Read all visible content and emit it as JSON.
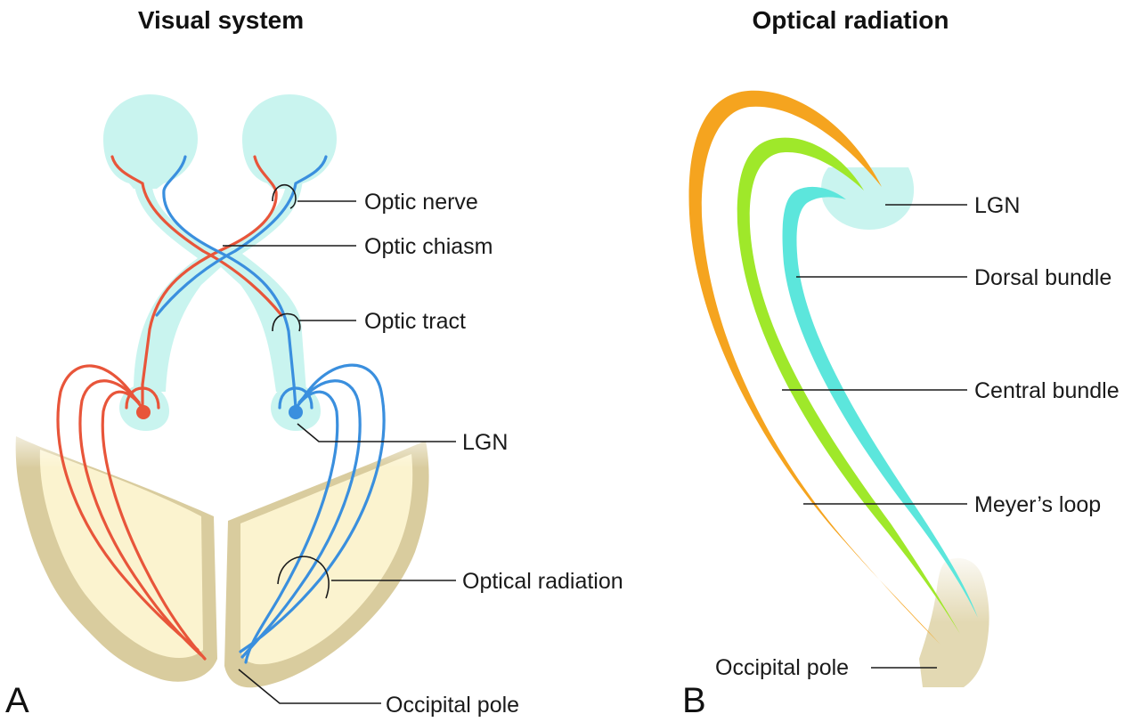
{
  "panel_a": {
    "letter": "A",
    "title": "Visual system",
    "labels": {
      "optic_nerve": "Optic nerve",
      "optic_chiasm": "Optic chiasm",
      "optic_tract": "Optic tract",
      "lgn": "LGN",
      "optical_radiation": "Optical radiation",
      "occipital_pole": "Occipital pole"
    }
  },
  "panel_b": {
    "letter": "B",
    "title": "Optical radiation",
    "labels": {
      "lgn": "LGN",
      "dorsal_bundle": "Dorsal bundle",
      "central_bundle": "Central bundle",
      "meyers_loop": "Meyer’s loop",
      "occipital_pole": "Occipital pole"
    }
  },
  "colors": {
    "left_pathway": "#e8553a",
    "right_pathway": "#3a8fde",
    "eye_glow": "#c9f4ef",
    "cortex_outer": "#d9cc9e",
    "cortex_inner": "#fbf3cf",
    "meyers_loop": "#f5a41f",
    "central_bundle": "#9fe82a",
    "dorsal_bundle": "#5ce6dc"
  }
}
